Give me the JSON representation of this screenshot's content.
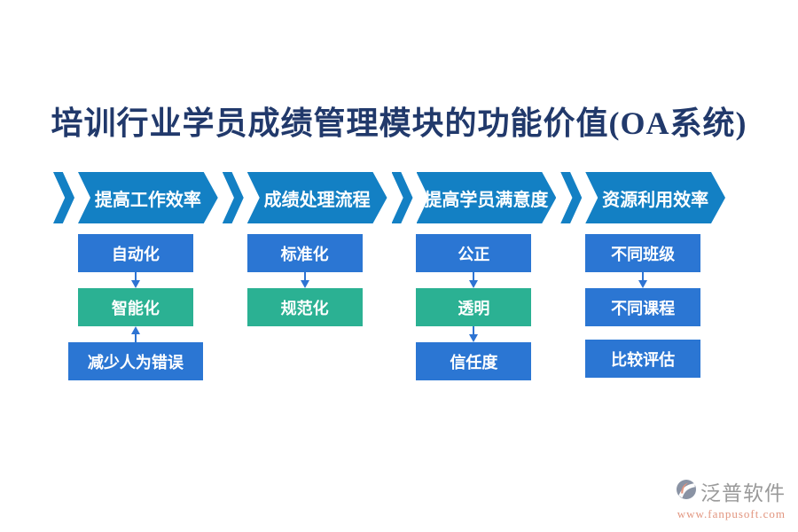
{
  "title": "培训行业学员成绩管理模块的功能价值(OA系统)",
  "banners": [
    {
      "label": "提高工作效率"
    },
    {
      "label": "成绩处理流程"
    },
    {
      "label": "提高学员满意度"
    },
    {
      "label": "资源利用效率"
    }
  ],
  "columns": [
    {
      "boxes": [
        {
          "label": "自动化",
          "style": "blue"
        },
        {
          "label": "智能化",
          "style": "green"
        },
        {
          "label": "减少人为错误",
          "style": "blue"
        }
      ],
      "arrows": [
        "down",
        "up"
      ]
    },
    {
      "boxes": [
        {
          "label": "标准化",
          "style": "blue"
        },
        {
          "label": "规范化",
          "style": "green"
        }
      ],
      "arrows": [
        "down"
      ]
    },
    {
      "boxes": [
        {
          "label": "公正",
          "style": "blue"
        },
        {
          "label": "透明",
          "style": "green"
        },
        {
          "label": "信任度",
          "style": "blue"
        }
      ],
      "arrows": [
        "down",
        "down"
      ]
    },
    {
      "boxes": [
        {
          "label": "不同班级",
          "style": "blue"
        },
        {
          "label": "不同课程",
          "style": "blue"
        },
        {
          "label": "比较评估",
          "style": "blue"
        }
      ],
      "arrows": [
        "down",
        "none"
      ]
    }
  ],
  "footer": {
    "brand": "泛普软件",
    "url": "www.fanpusoft.com"
  },
  "colors": {
    "banner_blue": "#1380c4",
    "box_blue": "#2b76d3",
    "box_green": "#2bb193",
    "title_color": "#21396b",
    "arrow_blue": "#2e74d3",
    "brand_gray": "#9a9a9a",
    "url_color": "#e2957f",
    "logo_gray": "#8a93a4",
    "logo_orange": "#e2957f"
  }
}
